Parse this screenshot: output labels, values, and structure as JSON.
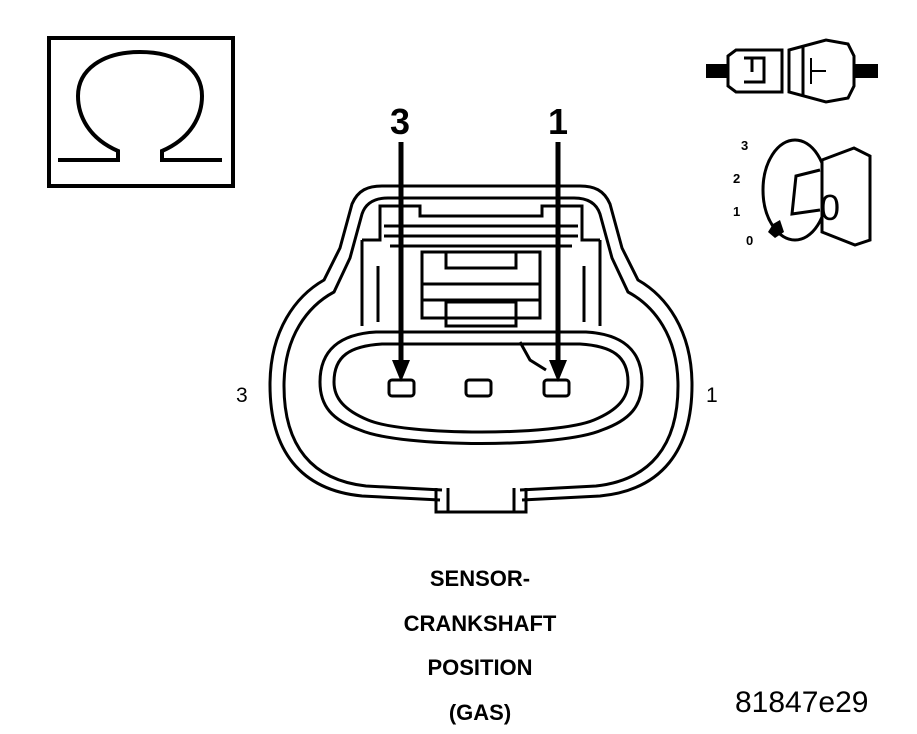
{
  "diagram": {
    "arrow_label_left": "3",
    "arrow_label_right": "1",
    "side_label_left": "3",
    "side_label_right": "1",
    "caption_lines": [
      "SENSOR-",
      "CRANKSHAFT",
      "POSITION",
      "(GAS)"
    ],
    "figure_code": "81847e29",
    "key_display": "0",
    "ignition_positions": [
      "3",
      "2",
      "1",
      "0"
    ],
    "icons": [
      "ohm-meter-icon",
      "connector-disconnected-icon",
      "ignition-off-icon"
    ]
  }
}
